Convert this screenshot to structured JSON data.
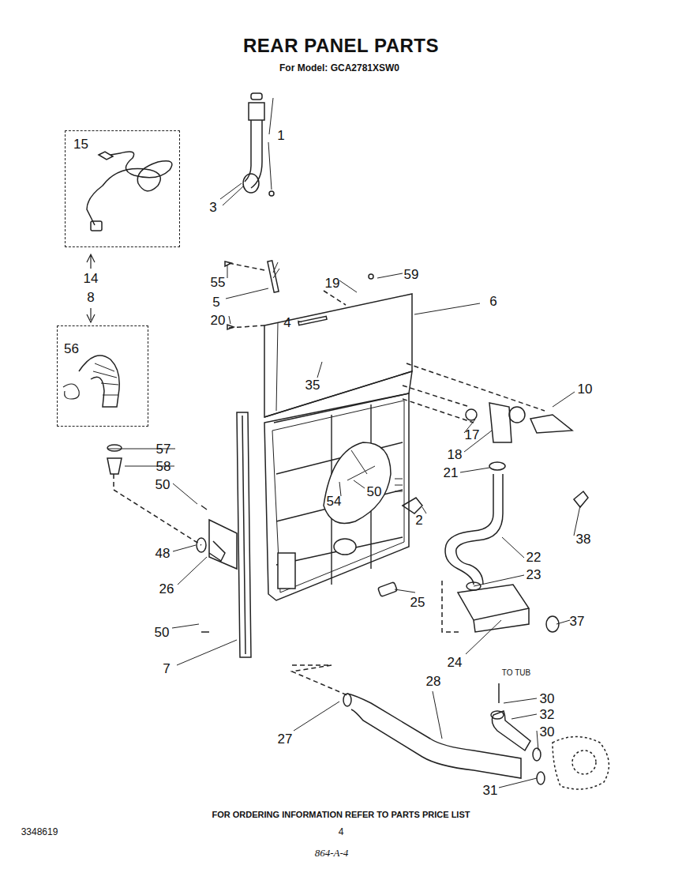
{
  "diagram": {
    "title": "REAR PANEL PARTS",
    "nodes": [
      {
        "text": [
          "15"
        ]
      },
      {
        "text": [
          "56"
        ]
      }
    ],
    "labels": [
      "For Model: GCA2781XSW0",
      "1",
      "3",
      "14",
      "8",
      "57",
      "58",
      "50",
      "48",
      "26",
      "50",
      "7",
      "55",
      "5",
      "20",
      "4",
      "35",
      "19",
      "59",
      "6",
      "10",
      "17",
      "18",
      "21",
      "2",
      "54",
      "50",
      "38",
      "22",
      "23",
      "37",
      "25",
      "24",
      "28",
      "27",
      "TO TUB",
      "30",
      "32",
      "30",
      "31",
      "FOR ORDERING INFORMATION REFER TO PARTS PRICE LIST",
      "3348619",
      "4",
      "864-A-4"
    ]
  }
}
